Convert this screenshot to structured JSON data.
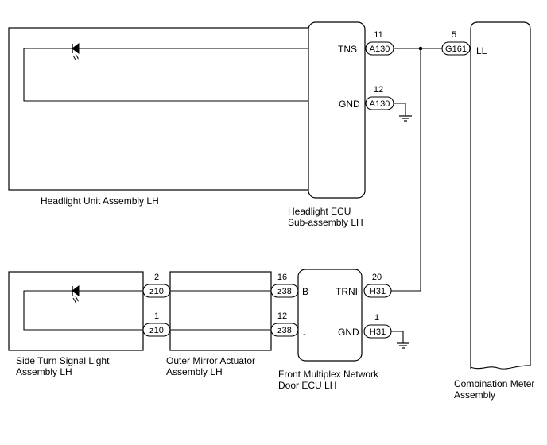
{
  "components": {
    "headlight_unit": {
      "line1": "Headlight Unit Assembly LH"
    },
    "headlight_ecu": {
      "line1": "Headlight ECU",
      "line2": "Sub-assembly LH"
    },
    "combination_meter": {
      "line1": "Combination Meter",
      "line2": "Assembly"
    },
    "side_turn_light": {
      "line1": "Side Turn Signal Light",
      "line2": "Assembly LH"
    },
    "outer_mirror": {
      "line1": "Outer Mirror Actuator",
      "line2": "Assembly LH"
    },
    "front_multiplex": {
      "line1": "Front Multiplex Network",
      "line2": "Door ECU LH"
    }
  },
  "terminals": {
    "ecu_tns": "TNS",
    "ecu_gnd": "GND",
    "meter_ll": "LL",
    "door_b": "B",
    "door_dash": "-",
    "door_trni": "TRNI",
    "door_gnd": "GND"
  },
  "connectors": {
    "a130_top": {
      "pin": "11",
      "label": "A130"
    },
    "a130_bot": {
      "pin": "12",
      "label": "A130"
    },
    "g161": {
      "pin": "5",
      "label": "G161"
    },
    "z10_top": {
      "pin": "2",
      "label": "z10"
    },
    "z10_bot": {
      "pin": "1",
      "label": "z10"
    },
    "z38_top": {
      "pin": "16",
      "label": "z38"
    },
    "z38_bot": {
      "pin": "12",
      "label": "z38"
    },
    "h31_top": {
      "pin": "20",
      "label": "H31"
    },
    "h31_bot": {
      "pin": "1",
      "label": "H31"
    }
  }
}
